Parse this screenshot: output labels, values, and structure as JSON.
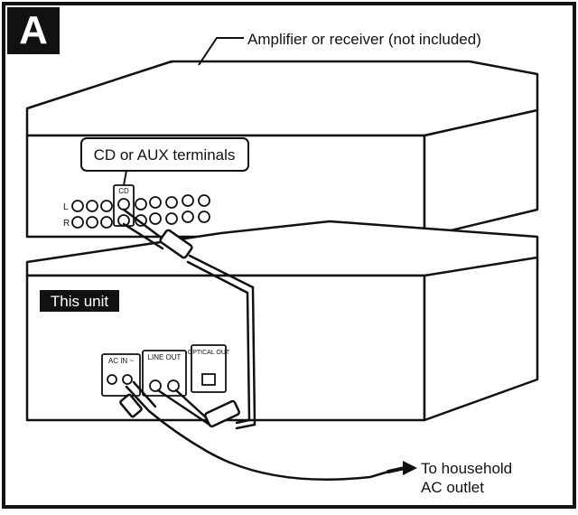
{
  "panel_letter": "A",
  "labels": {
    "amplifier": "Amplifier or receiver (not included)",
    "terminals": "CD or AUX terminals",
    "this_unit": "This unit",
    "outlet_line1": "To household",
    "outlet_line2": "AC outlet"
  },
  "jack_labels": {
    "cd": "CD",
    "l": "L",
    "r": "R",
    "ac_in": "AC IN ~",
    "line_out": "LINE OUT",
    "optical_out": "OPTICAL OUT"
  },
  "colors": {
    "ink": "#111111",
    "panel_fill": "#ffffff",
    "label_bg": "#111111",
    "label_text": "#ffffff"
  }
}
